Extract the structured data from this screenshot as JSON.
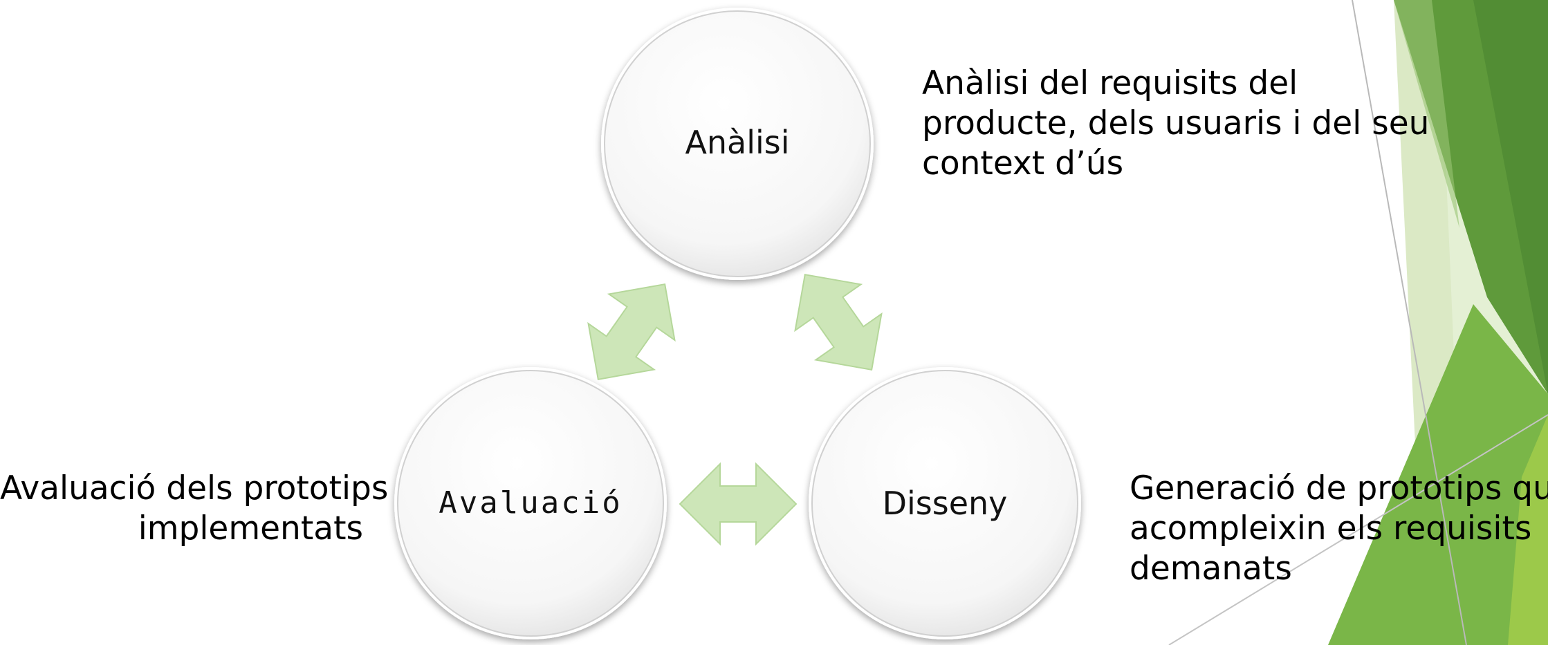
{
  "nodes": [
    {
      "id": "analisi",
      "label": "Anàlisi"
    },
    {
      "id": "disseny",
      "label": "Disseny"
    },
    {
      "id": "avaluacio",
      "label": "Avaluació"
    }
  ],
  "descriptions": {
    "analisi": [
      "Anàlisi del requisits del",
      "producte, dels usuaris i del seu",
      "context d’ús"
    ],
    "disseny": [
      "Generació de prototips que",
      "acompleixin els requisits",
      "demanats"
    ],
    "avaluacio": [
      "Avaluació dels prototips",
      "implementats"
    ]
  },
  "colors": {
    "arrow_fill": "#cde6b8",
    "arrow_stroke": "#b5d79a",
    "circle_fill": "#ffffff",
    "accent_dark": "#5b8f3a",
    "accent_mid": "#77b443",
    "accent_light": "#dbe9c5"
  },
  "icons": {
    "arrow_top_left": "double-arrow-icon",
    "arrow_top_right": "double-arrow-icon",
    "arrow_bottom": "double-arrow-icon"
  }
}
